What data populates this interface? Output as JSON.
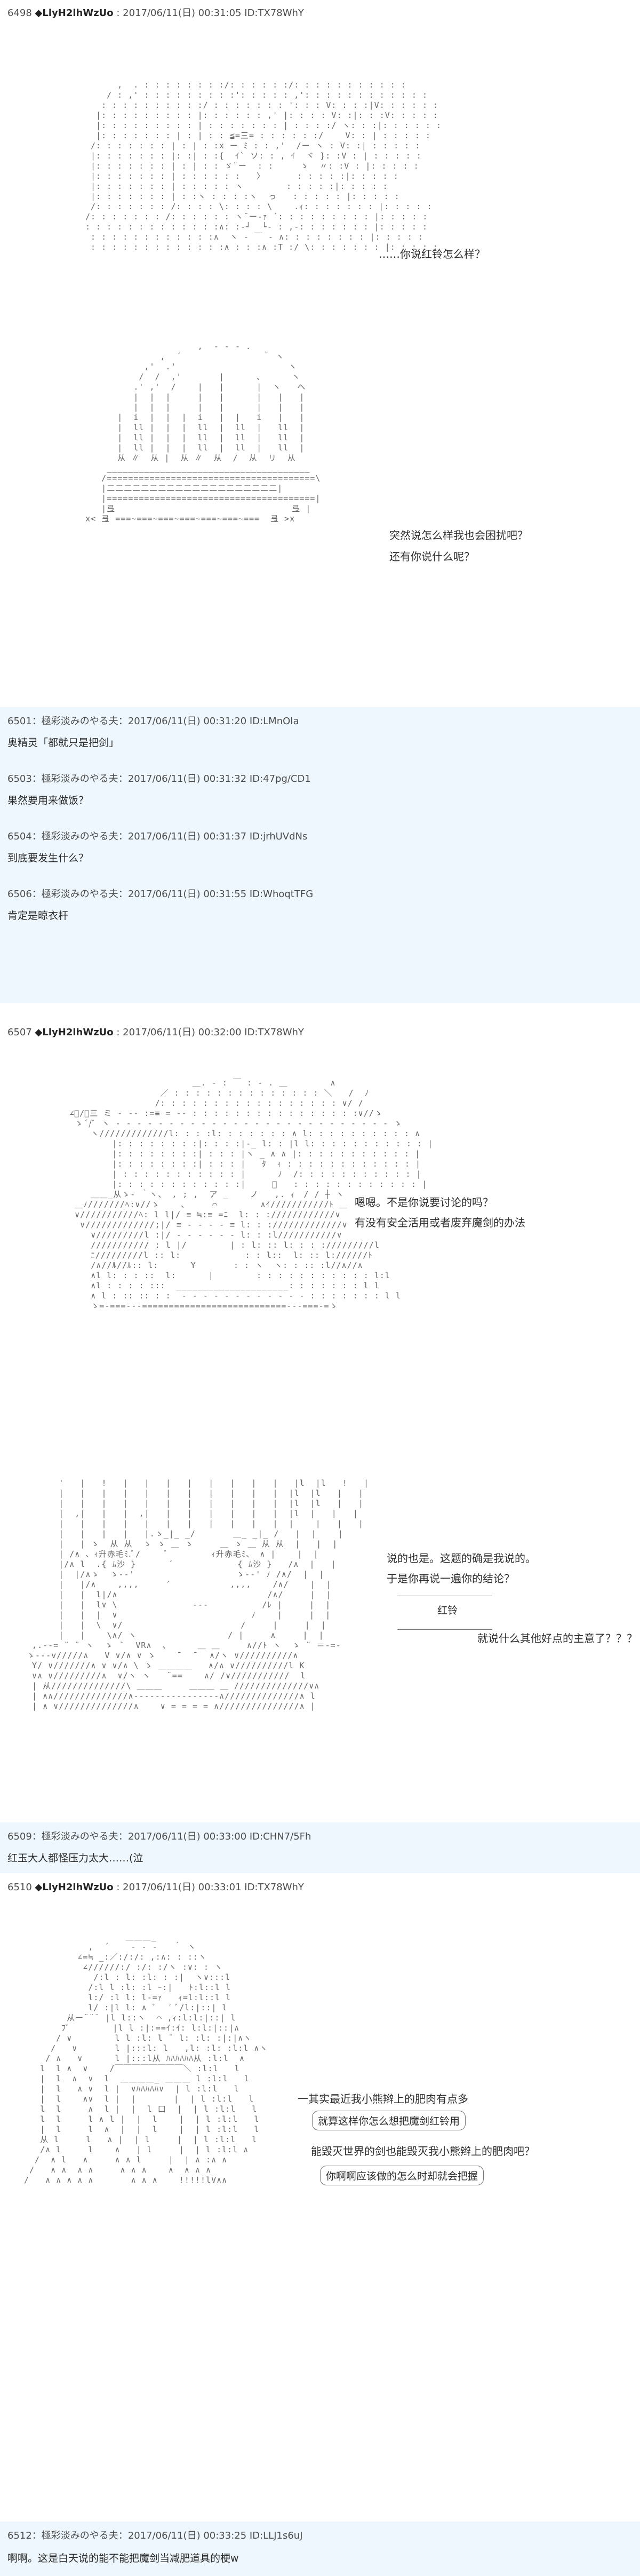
{
  "posts": [
    {
      "header": {
        "num": "6498",
        "name": "◆LlyH2lhWzUo",
        "date": "2017/06/11(日) 00:31:05",
        "id": "ID:TX78WhY"
      },
      "panels": [
        {
          "lines": [
            "……你说红铃怎么样？"
          ]
        },
        {
          "lines": [
            "突然说怎么样我也会困扰吧？",
            "还有你说什么呢？"
          ]
        }
      ]
    },
    {
      "header": {
        "num": "6501",
        "name": "：極彩淡みのやる夫",
        "date": "2017/06/11(日) 00:31:20",
        "id": "ID:LMnOIa"
      },
      "message": "奥精灵「都就只是把剑」"
    },
    {
      "header": {
        "num": "6503",
        "name": "：極彩淡みのやる夫",
        "date": "2017/06/11(日) 00:31:32",
        "id": "ID:47pg/CD1"
      },
      "message": "果然要用来做饭？"
    },
    {
      "header": {
        "num": "6504",
        "name": "：極彩淡みのやる夫",
        "date": "2017/06/11(日) 00:31:37",
        "id": "ID:jrhUVdNs"
      },
      "message": "到底要发生什么？"
    },
    {
      "header": {
        "num": "6506",
        "name": "：極彩淡みのやる夫",
        "date": "2017/06/11(日) 00:31:55",
        "id": "ID:WhoqtTFG"
      },
      "message": "肯定是晾衣杆"
    },
    {
      "header": {
        "num": "6507",
        "name": "◆LlyH2lhWzUo",
        "date": "2017/06/11(日) 00:32:00",
        "id": "ID:TX78WhY"
      },
      "panels": [
        {
          "lines": [
            "嗯嗯。不是你说要讨论的吗？",
            "有没有安全活用或者废弃魔剑的办法"
          ]
        },
        {
          "lines": [
            "说的也是。这题的确是我说的。",
            "于是你再说一遍你的结论？"
          ],
          "box": "红铃",
          "extra": "就说什么其他好点的主意了？？？"
        }
      ]
    },
    {
      "header": {
        "num": "6509",
        "name": "：極彩淡みのやる夫",
        "date": "2017/06/11(日) 00:33:00",
        "id": "ID:CHN7/5Fh"
      },
      "message": "红玉大人都怪压力太大……(泣"
    },
    {
      "header": {
        "num": "6510",
        "name": "◆LlyH2lhWzUo",
        "date": "2017/06/11(日) 00:33:01",
        "id": "ID:TX78WhY"
      },
      "panels": [
        {
          "lines": [
            "一其实最近我小熊辫上的肥肉有点多",
            "就算这样你怎么想把魔剑红铃用",
            "能毁灭世界的剑也能毁灭我小熊辫上的肥肉吧？",
            "你啊啊应该做的怎么时却就会把握"
          ]
        }
      ]
    },
    {
      "header": {
        "num": "6512",
        "name": "：極彩淡みのやる夫",
        "date": "2017/06/11(日) 00:33:25",
        "id": "ID:LLJ1s6uJ"
      },
      "message": "啊啊。这是白天说的能不能把魔剑当减肥道具的梗w"
    }
  ],
  "colors": {
    "odd_bg": "#ffffff",
    "reply_bg": "#eef7fd",
    "text": "#333333",
    "aa": "#666666"
  }
}
